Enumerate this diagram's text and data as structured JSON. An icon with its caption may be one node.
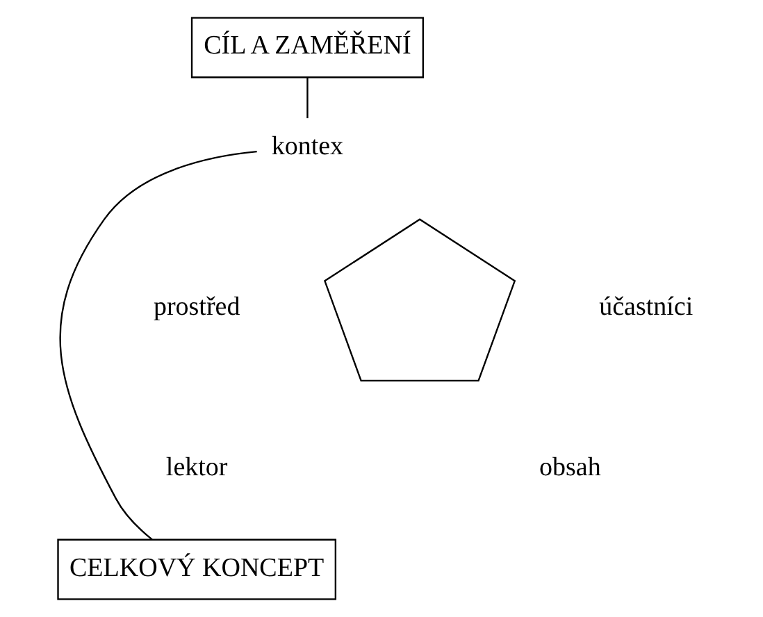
{
  "diagram": {
    "nodes": [
      {
        "text": [
          "CÍL A ZAMĚŘENÍ"
        ]
      },
      {
        "text": [
          "kontex"
        ]
      },
      {
        "text": [
          "CELKOVÝ KONCEPT"
        ]
      },
      {
        "text": [],
        "shape": "pentagon"
      }
    ],
    "edges": [
      {
        "from": 0,
        "to": 1,
        "arrow": "none"
      },
      {
        "from": 1,
        "to": 2,
        "arrow": "none"
      }
    ],
    "labels": [
      "prostřed",
      "účastníci",
      "lektor",
      "obsah"
    ]
  }
}
